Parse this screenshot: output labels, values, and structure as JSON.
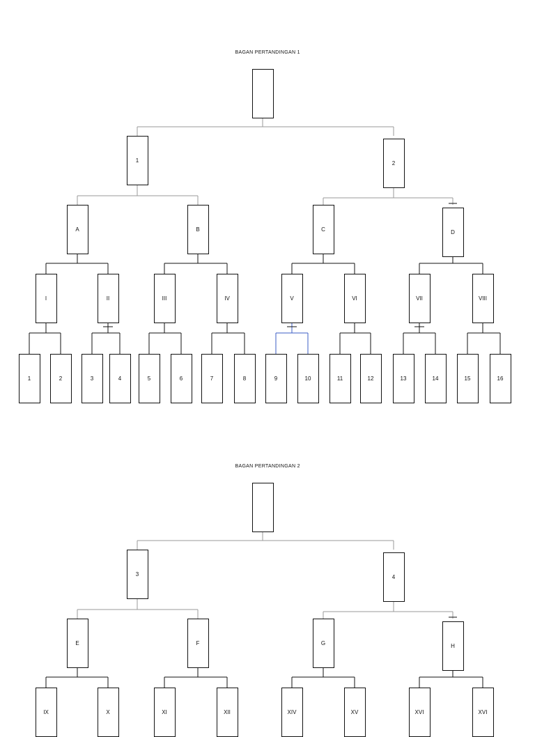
{
  "brackets": [
    {
      "title": "BAGAN PERTANDINGAN 1",
      "semifinals": [
        "1",
        "2"
      ],
      "quarterfinals": [
        "A",
        "B",
        "C",
        "D"
      ],
      "round_of_16": [
        "I",
        "II",
        "III",
        "IV",
        "V",
        "VI",
        "VII",
        "VIII"
      ],
      "entrants": [
        "1",
        "2",
        "3",
        "4",
        "5",
        "6",
        "7",
        "8",
        "9",
        "10",
        "11",
        "12",
        "13",
        "14",
        "15",
        "16"
      ]
    },
    {
      "title": "BAGAN PERTANDINGAN 2",
      "semifinals": [
        "3",
        "4"
      ],
      "quarterfinals": [
        "E",
        "F",
        "G",
        "H"
      ],
      "round_of_16": [
        "IX",
        "X",
        "XI",
        "XII",
        "XIV",
        "XV",
        "XVI",
        "XVI"
      ],
      "entrants": []
    }
  ],
  "colors": {
    "box_border": "#111111",
    "connector": "#111111",
    "connector_light": "#9a9a9a",
    "accent": "#3b5cc4"
  }
}
